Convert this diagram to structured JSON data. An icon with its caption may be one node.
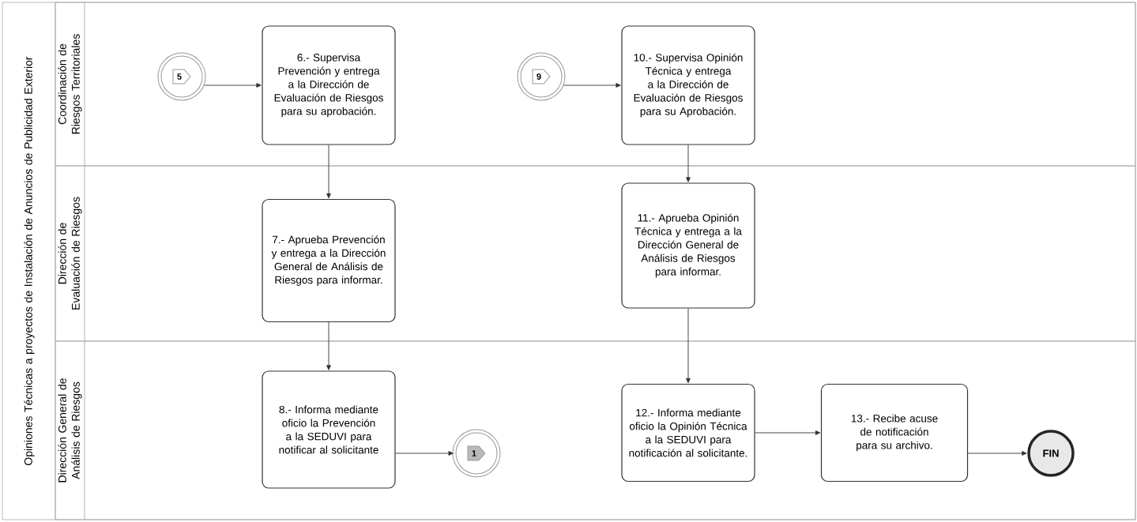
{
  "diagram": {
    "nodes": [
      {
        "text": [
          "Opiniones Técnicas a proyectos de Instalación de Anuncios de Publicidad Exterior"
        ]
      },
      {
        "text": [
          "Coordinación de Riesgos Territoriales"
        ],
        "in": 0
      },
      {
        "text": [
          "Dirección de Evaluación de Riesgos"
        ],
        "in": 0
      },
      {
        "text": [
          "Dirección General de Análisis de Riesgos"
        ],
        "in": 0
      },
      {
        "text": [
          "5"
        ],
        "in": 1
      },
      {
        "text": [
          "6.- Supervisa Prevención y entrega a la Dirección de Evaluación de Riesgos para su aprobación."
        ],
        "in": 1
      },
      {
        "text": [
          "9"
        ],
        "in": 1
      },
      {
        "text": [
          "10.- Supervisa Opinión Técnica y entrega a la Dirección de Evaluación de Riesgos para su Aprobación."
        ],
        "in": 1
      },
      {
        "text": [
          "7.- Aprueba Prevención y entrega a la Dirección General de Análisis de Riesgos para informar."
        ],
        "in": 2
      },
      {
        "text": [
          "11.- Aprueba Opinión Técnica y entrega a la Dirección General de Análisis de Riesgos para informar."
        ],
        "in": 2
      },
      {
        "text": [
          "8.- Informa mediante oficio la Prevención a la SEDUVI para notificar al solicitante"
        ],
        "in": 3
      },
      {
        "text": [
          "1"
        ],
        "in": 3
      },
      {
        "text": [
          "12.- Informa mediante oficio la Opinión Técnica a la SEDUVI para notificación al solicitante."
        ],
        "in": 3
      },
      {
        "text": [
          "13.- Recibe acuse de notificación para su archivo."
        ],
        "in": 3
      },
      {
        "text": [
          "FIN"
        ],
        "in": 3
      }
    ],
    "edges": [
      {
        "from": 4,
        "to": 5,
        "arrow": "to"
      },
      {
        "from": 5,
        "to": 8,
        "arrow": "to"
      },
      {
        "from": 8,
        "to": 10,
        "arrow": "to"
      },
      {
        "from": 10,
        "to": 11,
        "arrow": "to"
      },
      {
        "from": 6,
        "to": 7,
        "arrow": "to"
      },
      {
        "from": 7,
        "to": 9,
        "arrow": "to"
      },
      {
        "from": 9,
        "to": 12,
        "arrow": "to"
      },
      {
        "from": 12,
        "to": 13,
        "arrow": "to"
      },
      {
        "from": 13,
        "to": 14,
        "arrow": "to"
      }
    ]
  }
}
